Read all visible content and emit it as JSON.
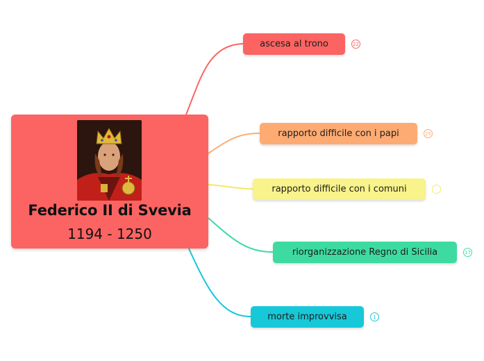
{
  "central": {
    "title": "Federico II di Svevia",
    "subtitle": "1194 - 1250",
    "color": "#fb6462",
    "image": "portrait of Frederick II with crown and orb"
  },
  "topics": [
    {
      "label": "ascesa al trono",
      "count": "22",
      "color": "#fb6462"
    },
    {
      "label": "rapporto difficile con i papi",
      "count": "25",
      "color": "#fdab72"
    },
    {
      "label": "rapporto difficile con i comuni",
      "count": "",
      "color": "#f8f38a"
    },
    {
      "label": "riorganizzazione Regno di Sicilia",
      "count": "17",
      "color": "#3ddba1"
    },
    {
      "label": "morte improvvisa",
      "count": "1",
      "color": "#17c8d8"
    }
  ]
}
